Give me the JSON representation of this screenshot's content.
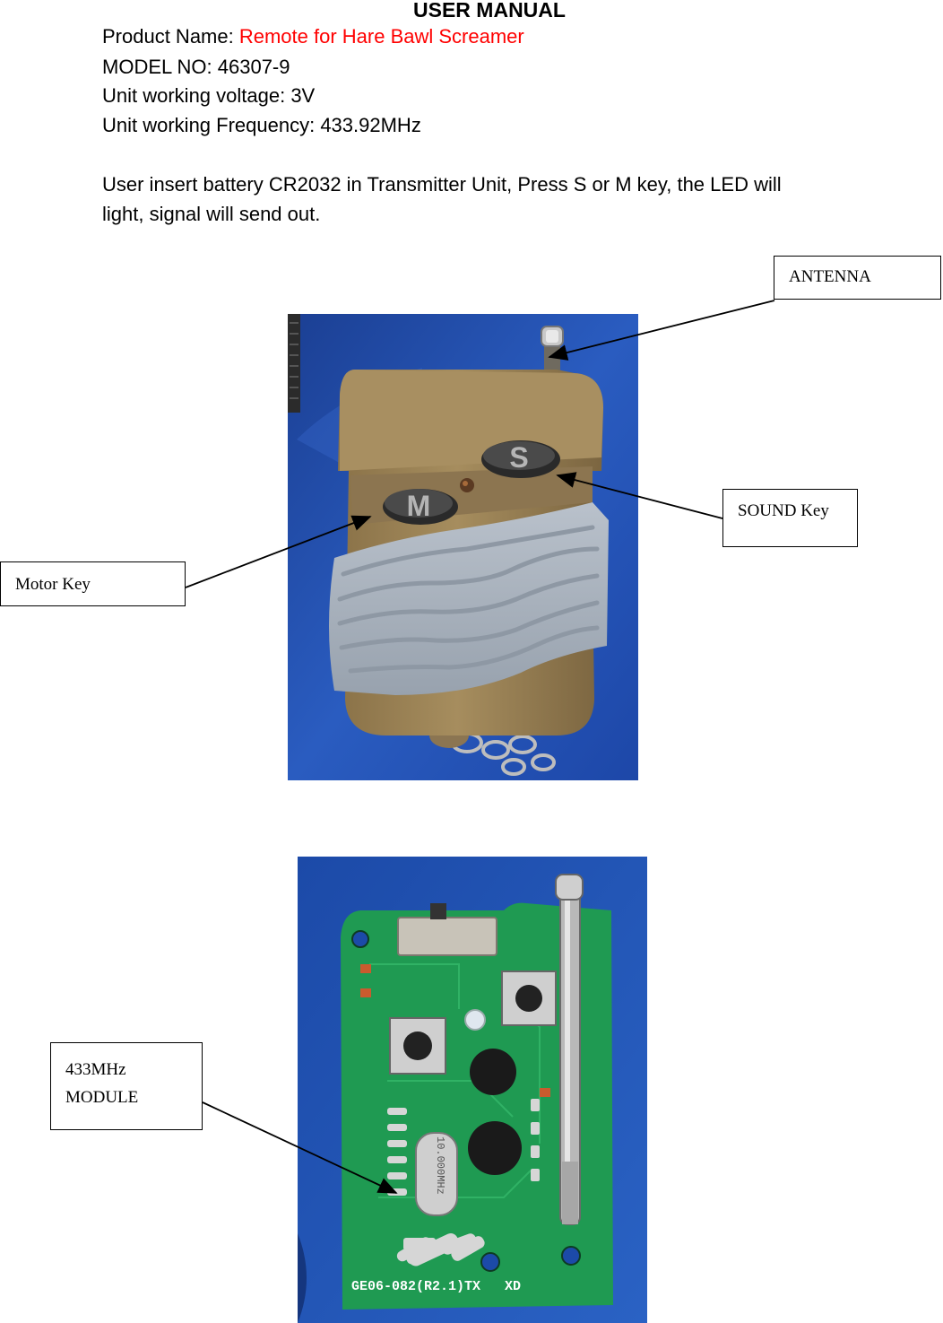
{
  "manual": {
    "title": "USER MANUAL",
    "product_label": "Product Name: ",
    "product_name": "Remote for Hare Bawl Screamer",
    "model": "MODEL NO: 46307-9",
    "voltage": "Unit working voltage: 3V",
    "frequency": "Unit working Frequency: 433.92MHz",
    "instructions_line1": "User insert battery CR2032 in Transmitter Unit, Press S or M key, the LED will",
    "instructions_line2": "light, signal will send out."
  },
  "photo1": {
    "key_m": "M",
    "key_s": "S"
  },
  "photo2": {
    "board_print": "GE06-082(R2.1)TX   XD",
    "crystal_print": "10.000MHz"
  },
  "callouts": {
    "antenna": "ANTENNA",
    "sound_key": "SOUND Key",
    "motor_key": "Motor Key",
    "module_line1": "433MHz",
    "module_line2": "MODULE"
  },
  "colors": {
    "product_name": "#ff0000",
    "remote_body": "#9b8456",
    "rubber_grip": "#a9b2bd",
    "backdrop_blue": "#2457b8",
    "pcb_green": "#1f9a52"
  }
}
